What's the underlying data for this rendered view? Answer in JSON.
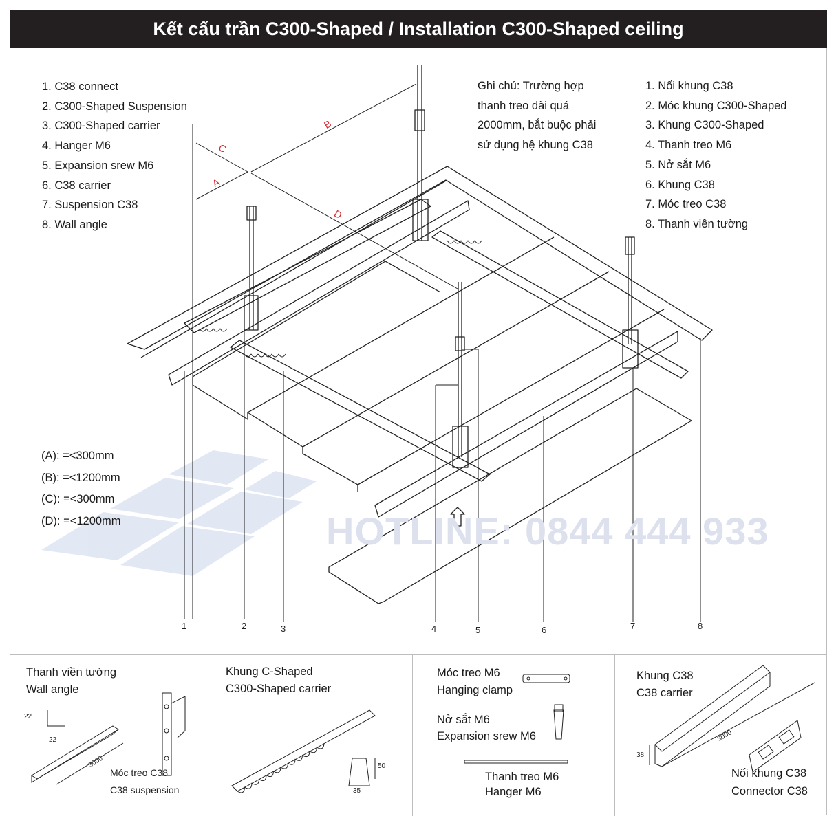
{
  "title": "Kết cấu trần C300-Shaped / Installation C300-Shaped ceiling",
  "legend_en": [
    "1. C38 connect",
    "2. C300-Shaped Suspension",
    "3. C300-Shaped carrier",
    "4. Hanger M6",
    "5. Expansion srew M6",
    "6. C38 carrier",
    "7. Suspension C38",
    "8. Wall angle"
  ],
  "legend_vi": [
    "1. Nối khung C38",
    "2. Móc khung C300-Shaped",
    "3. Khung C300-Shaped",
    "4. Thanh treo M6",
    "5. Nở sắt M6",
    "6. Khung C38",
    "7. Móc treo C38",
    "8. Thanh viền tường"
  ],
  "note": [
    "Ghi chú: Trường hợp",
    "thanh treo dài quá",
    "2000mm, bắt buộc phải",
    "sử dụng hệ khung C38"
  ],
  "dimensions": [
    "(A): =<300mm",
    "(B): =<1200mm",
    "(C): =<300mm",
    "(D): =<1200mm"
  ],
  "dim_letters": {
    "a": "A",
    "b": "B",
    "c": "C",
    "d": "D"
  },
  "callouts": [
    "1",
    "2",
    "3",
    "4",
    "5",
    "6",
    "7",
    "8"
  ],
  "hotline": "HOTLINE: 0844 444 933",
  "parts": {
    "wall_angle": {
      "vi": "Thanh viền tường",
      "en": "Wall angle",
      "d1": "22",
      "d2": "22",
      "len": "3000"
    },
    "c38_suspension": {
      "vi": "Móc treo C38",
      "en": "C38 suspension"
    },
    "c300_carrier": {
      "vi": "Khung C-Shaped",
      "en": "C300-Shaped carrier",
      "h": "50",
      "w": "35"
    },
    "hanging_clamp": {
      "vi": "Móc treo M6",
      "en": "Hanging clamp"
    },
    "expansion": {
      "vi": "Nở sắt M6",
      "en": "Expansion srew M6"
    },
    "hanger": {
      "vi": "Thanh treo M6",
      "en": "Hanger M6"
    },
    "c38_carrier": {
      "vi": "Khung C38",
      "en": "C38 carrier",
      "h": "38",
      "len": "3000"
    },
    "c38_connector": {
      "vi": "Nối khung C38",
      "en": "Connector C38"
    }
  },
  "colors": {
    "title_bg": "#231f20",
    "dim_red": "#d7262e",
    "hotline": "#dde1ee",
    "watermark": "#dfe5f3"
  }
}
